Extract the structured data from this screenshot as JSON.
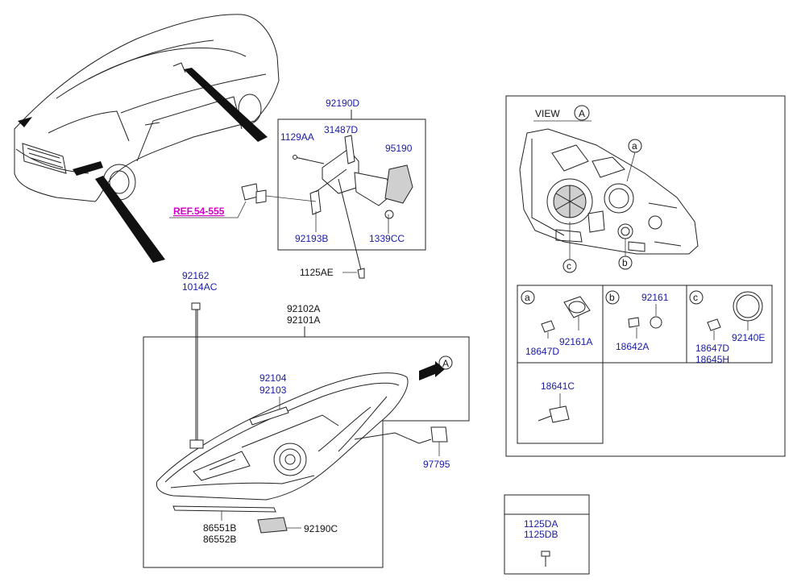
{
  "diagram": {
    "labels": {
      "p92190D": "92190D",
      "p1129AA": "1129AA",
      "p31487D": "31487D",
      "p95190": "95190",
      "ref": "REF.54-555",
      "p92193B": "92193B",
      "p1339CC": "1339CC",
      "p1125AE": "1125AE",
      "p92162": "92162",
      "p1014AC": "1014AC",
      "p92102A": "92102A",
      "p92101A": "92101A",
      "p92104": "92104",
      "p92103": "92103",
      "p97795": "97795",
      "p86551B": "86551B",
      "p86552B": "86552B",
      "p92190C": "92190C",
      "markerA": "A"
    },
    "view": {
      "title": "VIEW",
      "marker": "A",
      "callout_a": "a",
      "callout_b": "b",
      "callout_c": "c"
    },
    "detail_a": {
      "tag": "a",
      "p92161A": "92161A",
      "p18647D": "18647D"
    },
    "detail_b": {
      "tag": "b",
      "p92161": "92161",
      "p18642A": "18642A"
    },
    "detail_c": {
      "tag": "c",
      "p92140E": "92140E",
      "p18647D": "18647D",
      "p18645H": "18645H"
    },
    "detail_d": {
      "p18641C": "18641C"
    },
    "bolt_box": {
      "p1125DA": "1125DA",
      "p1125DB": "1125DB"
    }
  }
}
